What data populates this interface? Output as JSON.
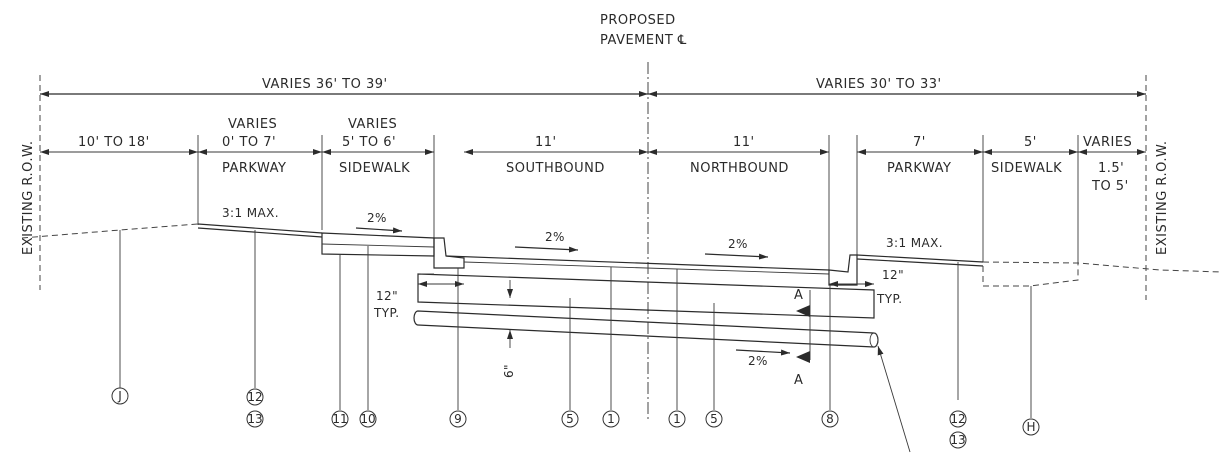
{
  "centerline": {
    "line1": "PROPOSED",
    "line2": "PAVEMENT ℄"
  },
  "overall_dims": {
    "left": "VARIES 36' TO 39'",
    "right": "VARIES 30' TO 33'"
  },
  "row_labels": {
    "left": "EXISTING R.O.W.",
    "right": "EXISTING R.O.W."
  },
  "segment_dims": {
    "left_outer": "10' TO 18'",
    "left_parkway_var1": "VARIES",
    "left_parkway_var2": "0' TO 7'",
    "left_sidewalk_var1": "VARIES",
    "left_sidewalk_var2": "5' TO 6'",
    "southbound_width": "11'",
    "northbound_width": "11'",
    "right_parkway_width": "7'",
    "right_sidewalk_width": "5'",
    "right_outer_var1": "VARIES",
    "right_outer_var2": "1.5'",
    "right_outer_var3": "TO 5'"
  },
  "zone_names": {
    "left_parkway": "PARKWAY",
    "left_sidewalk": "SIDEWALK",
    "southbound": "SOUTHBOUND",
    "northbound": "NORTHBOUND",
    "right_parkway": "PARKWAY",
    "right_sidewalk": "SIDEWALK"
  },
  "annotations": {
    "left_slope": "3:1 MAX.",
    "right_slope": "3:1 MAX.",
    "sidewalk_slope": "2%",
    "sb_slope": "2%",
    "nb_slope": "2%",
    "base_slope": "2%",
    "left_base_dim": "12\"",
    "left_base_typ": "TYP.",
    "right_base_dim": "12\"",
    "right_base_typ": "TYP.",
    "base_depth": "6\"",
    "section_top": "A",
    "section_bottom": "A"
  },
  "callouts": [
    "J",
    "12",
    "13",
    "11",
    "10",
    "9",
    "5",
    "1",
    "1",
    "5",
    "8",
    "12",
    "13",
    "H"
  ]
}
